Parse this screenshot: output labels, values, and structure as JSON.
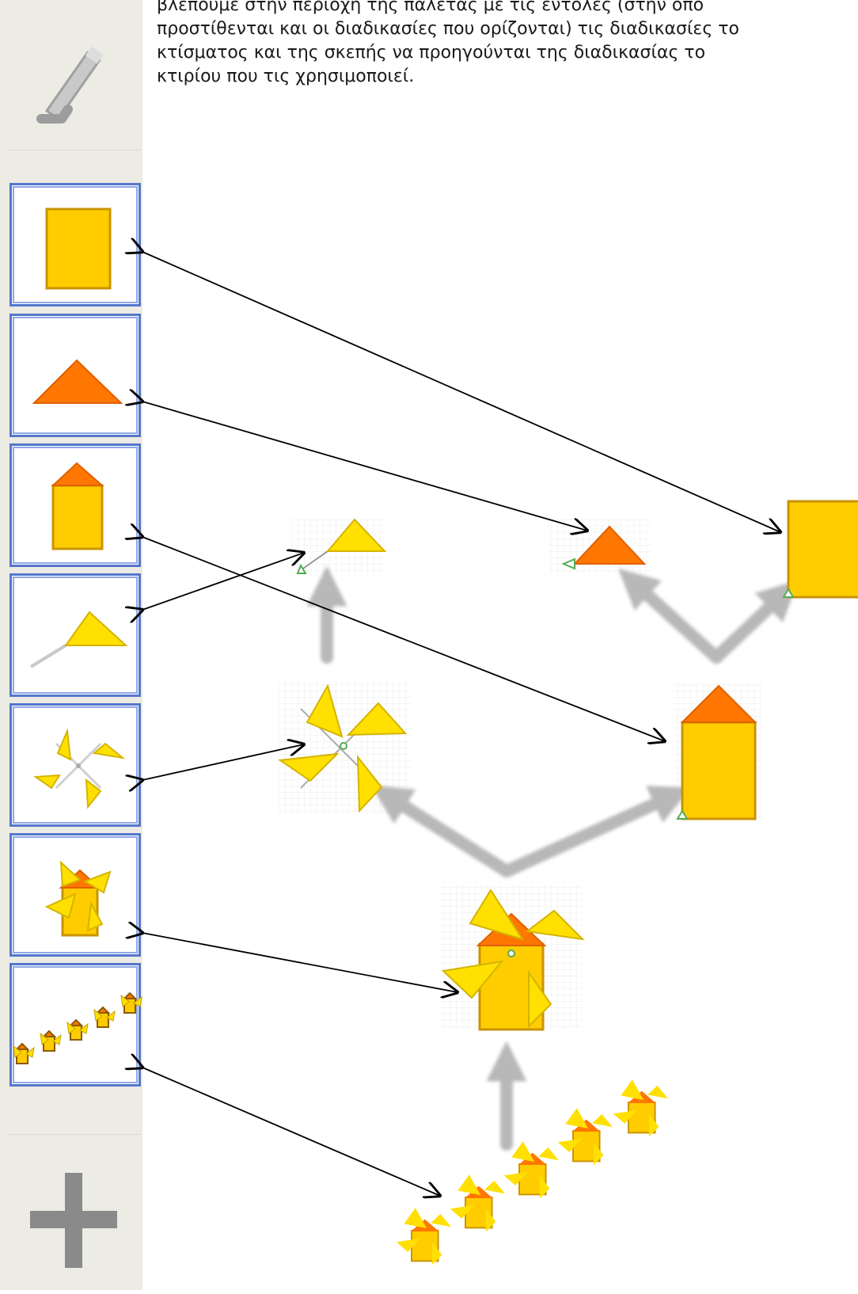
{
  "text": {
    "line1": "βλέπουμε στην περιοχή της παλέτας με τις εντολές (στην οπο",
    "line2": "προστίθενται και οι διαδικασίες που ορίζονται) τις διαδικασίες το",
    "line3": "κτίσματος και της σκεπής να προηγούνται της διαδικασίας το",
    "line4": "κτιρίου που τις χρησιμοποιεί."
  },
  "palette": {
    "tools": [
      "pencil-icon",
      "plus-icon"
    ],
    "procedures": [
      "rectangle-building",
      "triangle-roof",
      "house",
      "flag-sail",
      "windmill-sails",
      "windmill",
      "windmill-row"
    ]
  },
  "colors": {
    "building": "#ffcc00",
    "roof": "#ff7700",
    "sail": "#ffe000",
    "slot_border": "#5577cc",
    "arrow_gray": "#b8b8b8",
    "palette_bg": "#ecebe4"
  }
}
